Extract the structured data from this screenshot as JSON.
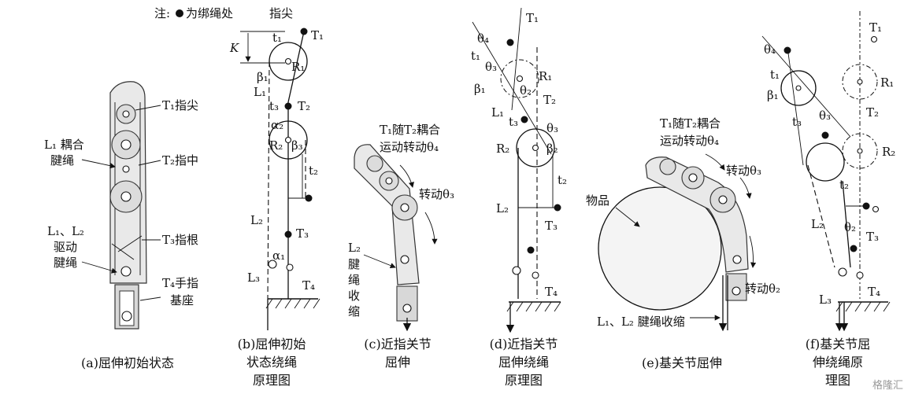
{
  "legend": {
    "prefix": "注:",
    "suffix": "为绑绳处"
  },
  "labels": {
    "fingertip_top": "指尖",
    "a_t1": "T₁指尖",
    "a_l1": "L₁ 耦合",
    "a_l1b": "腱绳",
    "a_t2": "T₂指中",
    "a_l12": "L₁、L₂",
    "a_drive1": "驱动",
    "a_drive2": "腱绳",
    "a_t3": "T₃指根",
    "a_t4": "T₄手指",
    "a_base": "基座",
    "k": "K",
    "t1": "t₁",
    "t2": "t₂",
    "t3": "t₃",
    "T1": "T₁",
    "T2": "T₂",
    "T3": "T₃",
    "T4": "T₄",
    "R1": "R₁",
    "R2": "R₂",
    "L1": "L₁",
    "L2": "L₂",
    "L3": "L₃",
    "alpha1": "α₁",
    "alpha2": "α₂",
    "beta1": "β₁",
    "beta2": "β₂",
    "beta3": "β₃",
    "theta2": "θ₂",
    "theta3": "θ₃",
    "theta4": "θ₄",
    "c_couple1": "T₁随T₂耦合",
    "c_couple2": "运动转动θ₄",
    "c_rot3": "转动θ₃",
    "c_l2": "L₂",
    "c_shrink1": "腱",
    "c_shrink2": "绳",
    "c_shrink3": "收",
    "c_shrink4": "缩",
    "e_couple1": "T₁随T₂耦合",
    "e_couple2": "运动转动θ₄",
    "e_rot3": "转动θ₃",
    "e_rot2": "转动θ₂",
    "e_object": "物品",
    "e_shrink": "L₁、L₂ 腱绳收缩"
  },
  "captions": {
    "a": "(a)屈伸初始状态",
    "b1": "(b)屈伸初始",
    "b2": "状态绕绳",
    "b3": "原理图",
    "c1": "(c)近指关节",
    "c2": "屈伸",
    "d1": "(d)近指关节",
    "d2": "屈伸绕绳",
    "d3": "原理图",
    "e": "(e)基关节屈伸",
    "f1": "(f)基关节屈",
    "f2": "伸绕绳原",
    "f3": "理图"
  },
  "watermark": "格隆汇"
}
